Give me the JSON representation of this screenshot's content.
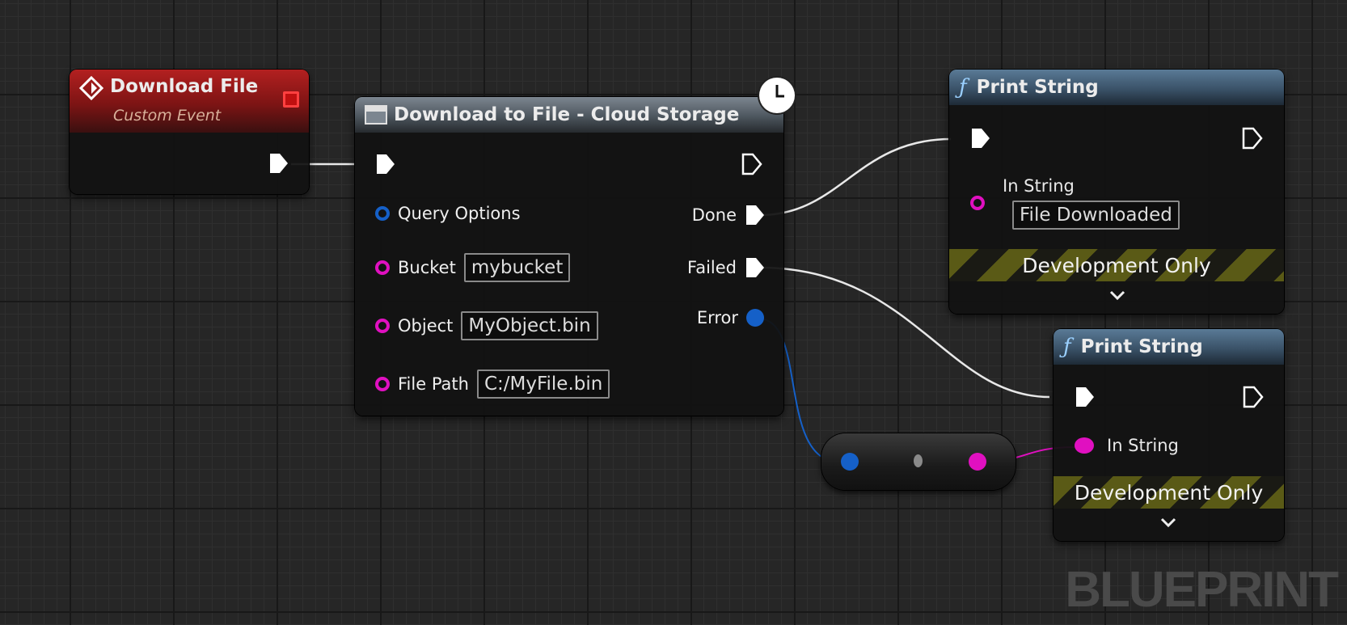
{
  "event_node": {
    "title": "Download File",
    "subtitle": "Custom Event"
  },
  "download_node": {
    "title": "Download to File - Cloud Storage",
    "inputs": [
      {
        "label": "Query Options"
      },
      {
        "label": "Bucket",
        "value": "mybucket"
      },
      {
        "label": "Object",
        "value": "MyObject.bin"
      },
      {
        "label": "File Path",
        "value": "C:/MyFile.bin"
      }
    ],
    "outputs": [
      {
        "label": "Done"
      },
      {
        "label": "Failed"
      },
      {
        "label": "Error"
      }
    ]
  },
  "print_string_1": {
    "title": "Print String",
    "in_string_label": "In String",
    "in_string_value": "File Downloaded",
    "dev_label": "Development Only"
  },
  "print_string_2": {
    "title": "Print String",
    "in_string_label": "In String",
    "dev_label": "Development Only"
  },
  "watermark": "BLUEPRINT",
  "colors": {
    "exec": "#ffffff",
    "struct_pin": "#1560c8",
    "string_pin": "#e010c0"
  },
  "icons": [
    "event-diamond-icon",
    "stop-square-icon",
    "latent-clock-icon",
    "function-f-icon",
    "chevron-down-icon",
    "exec-pin-icon"
  ]
}
